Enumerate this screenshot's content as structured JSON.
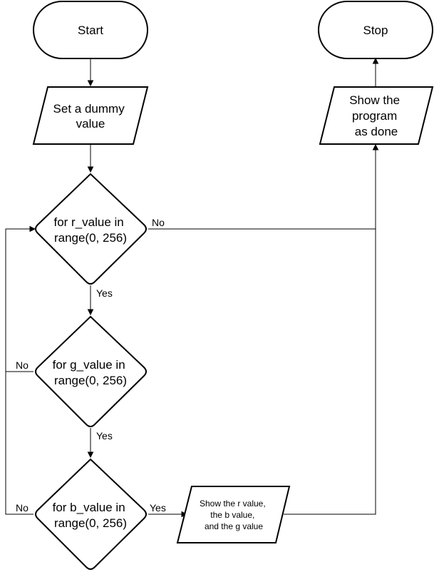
{
  "nodes": {
    "start": {
      "label": "Start"
    },
    "stop": {
      "label": "Stop"
    },
    "set_dummy": {
      "lines": [
        "Set a dummy",
        "value"
      ]
    },
    "show_done": {
      "lines": [
        "Show the",
        "program",
        "as done"
      ]
    },
    "loop_r": {
      "lines": [
        "for r_value in",
        "range(0, 256)"
      ]
    },
    "loop_g": {
      "lines": [
        "for g_value in",
        "range(0, 256)"
      ]
    },
    "loop_b": {
      "lines": [
        "for b_value in",
        "range(0, 256)"
      ]
    },
    "show_values": {
      "lines": [
        "Show the r value,",
        "the b value,",
        "and the g value"
      ]
    }
  },
  "edges": {
    "r_no": "No",
    "r_yes": "Yes",
    "g_no": "No",
    "g_yes": "Yes",
    "b_no": "No",
    "b_yes": "Yes"
  }
}
